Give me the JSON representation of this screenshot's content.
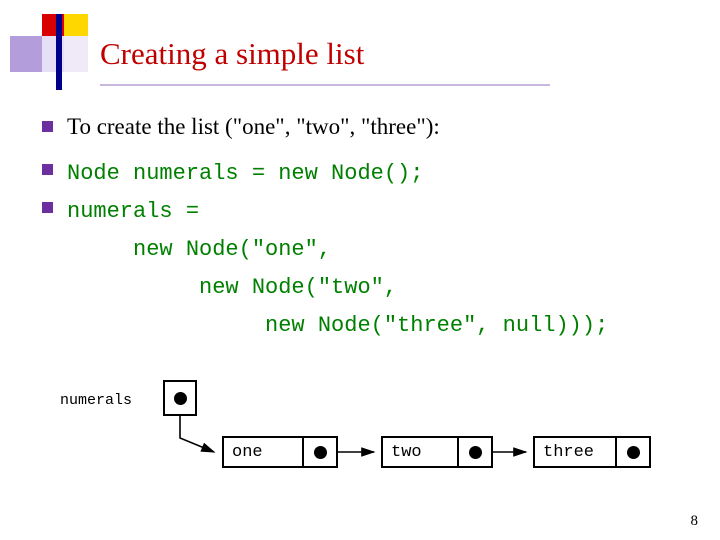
{
  "slide": {
    "title": "Creating a simple list",
    "page_number": "8",
    "bullets": [
      {
        "text": "To create the list (\"one\", \"two\", \"three\"):",
        "style": "serif"
      },
      {
        "text": "Node numerals = new Node();",
        "style": "mono"
      },
      {
        "text": "numerals =\n     new Node(\"one\",\n          new Node(\"two\",\n               new Node(\"three\", null)));",
        "style": "mono"
      }
    ],
    "colors": {
      "title": "#c00000",
      "bullet_mark": "#6b2fa0",
      "code": "#008000",
      "rule": "#c8b8e0",
      "deco_red": "#d80000",
      "deco_yellow": "#ffd700",
      "deco_purple": "#b39ddb",
      "deco_bar": "#00008b"
    }
  },
  "diagram": {
    "variable_label": "numerals",
    "nodes": [
      {
        "value": "one"
      },
      {
        "value": "two"
      },
      {
        "value": "three"
      }
    ]
  }
}
